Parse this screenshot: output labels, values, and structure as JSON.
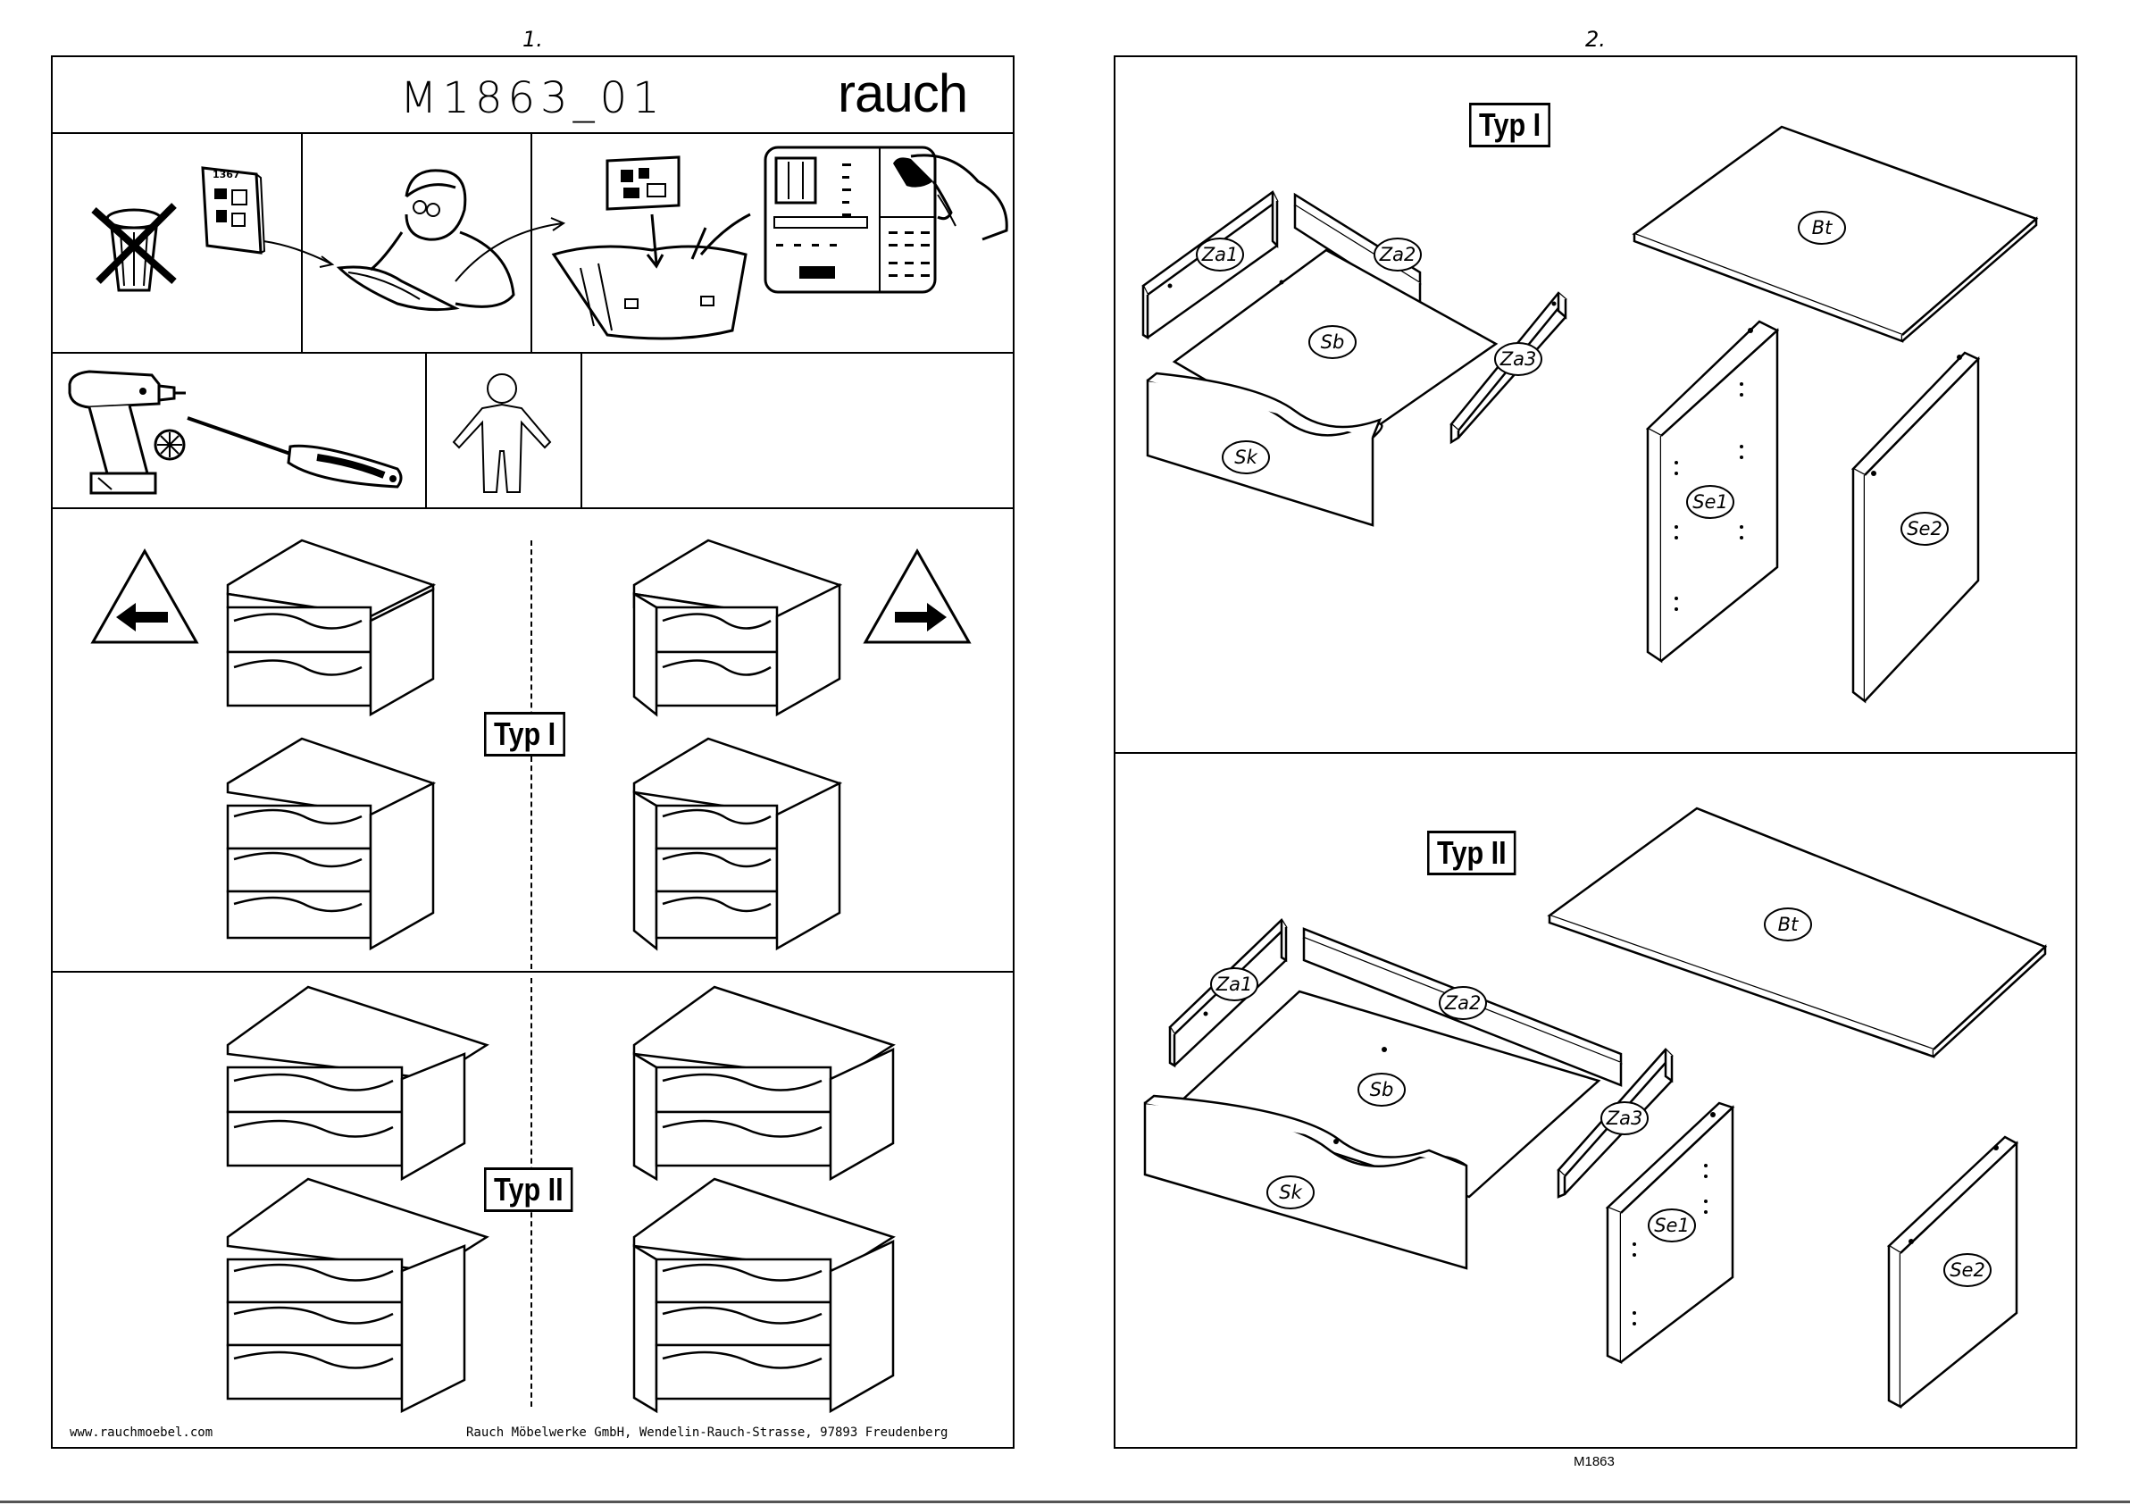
{
  "page1": {
    "number": "1.",
    "title": "M1863_01",
    "brand": "rauch",
    "section_typ1": "Typ I",
    "section_typ2": "Typ II",
    "footer_left": "www.rauchmoebel.com",
    "footer_right": "Rauch Möbelwerke GmbH, Wendelin-Rauch-Strasse, 97893 Freudenberg",
    "manual_book_number": "1367"
  },
  "page2": {
    "number": "2.",
    "section_typ1": "Typ I",
    "section_typ2": "Typ II",
    "part_labels": {
      "za1": "Za1",
      "za2": "Za2",
      "za3": "Za3",
      "sb": "Sb",
      "sk": "Sk",
      "bt": "Bt",
      "se1": "Se1",
      "se2": "Se2"
    },
    "bottom_code": "M1863"
  },
  "icons": [
    "no-trash-icon",
    "manual-book-icon",
    "reading-person-icon",
    "file-folder-icon",
    "parts-sheet-icon",
    "power-drill-icon",
    "phillips-bit-icon",
    "screwdriver-icon",
    "one-person-icon",
    "left-arrow-warning-icon",
    "right-arrow-warning-icon"
  ]
}
